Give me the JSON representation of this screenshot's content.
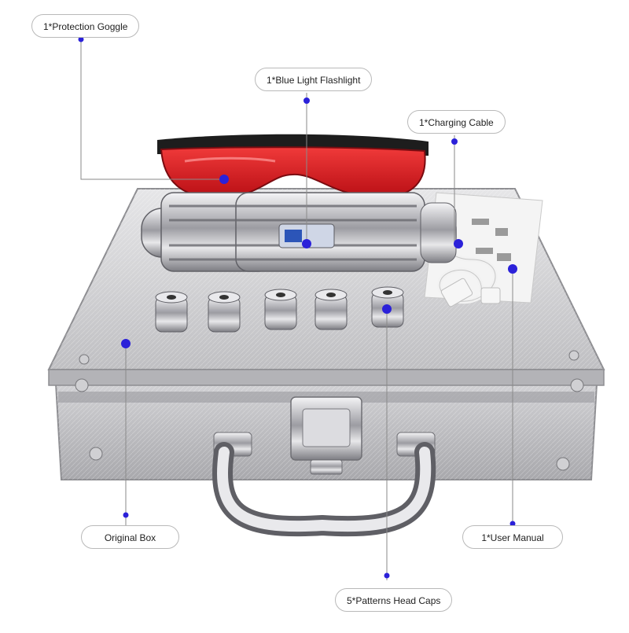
{
  "labels": {
    "goggle": "1*Protection Goggle",
    "flashlight": "1*Blue Light Flashlight",
    "cable": "1*Charging Cable",
    "box": "Original Box",
    "manual": "1*User Manual",
    "caps": "5*Patterns Head Caps"
  },
  "colors": {
    "marker": "#2b21d9",
    "leader": "#8a8a8a",
    "goggle_lens": "#d41820",
    "case": "#c9c9cb"
  },
  "items": {
    "head_caps_count": 5
  }
}
